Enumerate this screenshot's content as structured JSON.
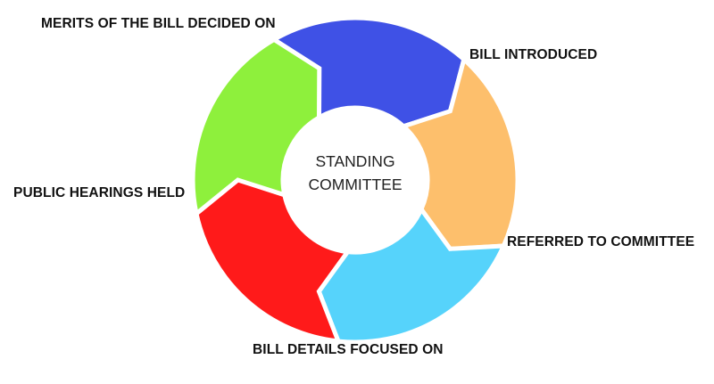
{
  "center": {
    "line1": "STANDING",
    "line2": "COMMITTEE"
  },
  "stages": [
    {
      "id": "bill-introduced",
      "label": "BILL INTRODUCED",
      "color": "#3f51e6"
    },
    {
      "id": "referred-to-committee",
      "label": "REFERRED TO COMMITTEE",
      "color": "#fdbf6c"
    },
    {
      "id": "bill-details-focused-on",
      "label": "BILL DETAILS FOCUSED ON",
      "color": "#56d3fb"
    },
    {
      "id": "public-hearings-held",
      "label": "PUBLIC HEARINGS HELD",
      "color": "#ff1a1a"
    },
    {
      "id": "merits-of-the-bill-decided-on",
      "label": "MERITS OF THE BILL DECIDED ON",
      "color": "#8ef03c"
    }
  ]
}
